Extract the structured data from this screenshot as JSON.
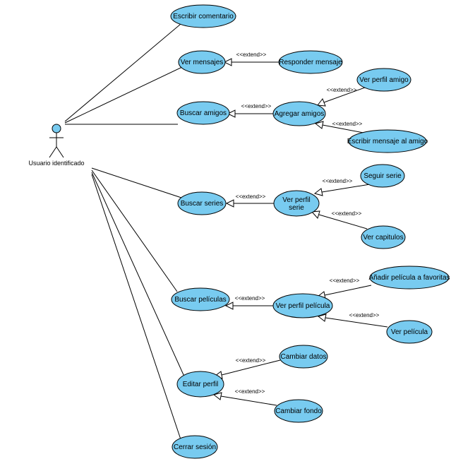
{
  "diagram": {
    "actor": {
      "label": "Usuario identificado"
    },
    "use_cases": {
      "escribir_comentario": "Escribir comentario",
      "ver_mensajes": "Ver mensajes",
      "responder_mensaje": "Responder mensaje",
      "buscar_amigos": "Buscar amigos",
      "agregar_amigos": "Agregar amigos",
      "ver_perfil_amigo": "Ver perfil amigo",
      "escribir_mensaje_amigo": "Escribir mensaje al amigo",
      "buscar_series": "Buscar series",
      "ver_perfil_serie_1": "Ver perfil",
      "ver_perfil_serie_2": "serie",
      "seguir_serie": "Seguir serie",
      "ver_capitulos": "Ver capitulos",
      "buscar_peliculas": "Buscar películas",
      "ver_perfil_pelicula": "Ver perfil película",
      "anadir_favoritas": "Añadir película a favoritas",
      "ver_pelicula": "Ver película",
      "editar_perfil": "Editar perfil",
      "cambiar_datos": "Cambiar datos",
      "cambiar_fondo": "Cambiar fondo",
      "cerrar_sesion": "Cerrar sesión"
    },
    "extend_label": "<<extend>>",
    "colors": {
      "usecase_fill": "#78cbf0",
      "stroke": "#000000",
      "background": "#ffffff"
    }
  }
}
